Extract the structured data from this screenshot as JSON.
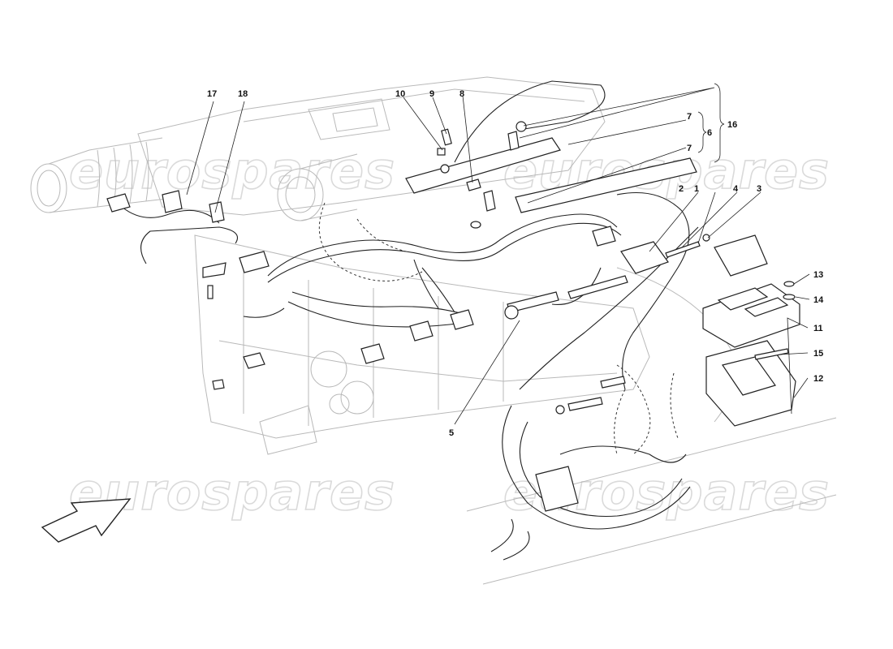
{
  "watermark": {
    "text": "eurospares"
  },
  "callouts": [
    "1",
    "2",
    "3",
    "4",
    "5",
    "6",
    "7",
    "7",
    "8",
    "9",
    "10",
    "11",
    "12",
    "13",
    "14",
    "15",
    "16",
    "17",
    "18"
  ],
  "icons": {
    "direction_arrow": "direction-arrow-icon"
  },
  "colors": {
    "line": "#222222",
    "ghost": "#b9b9b9",
    "watermark": "#d6d6d6"
  }
}
